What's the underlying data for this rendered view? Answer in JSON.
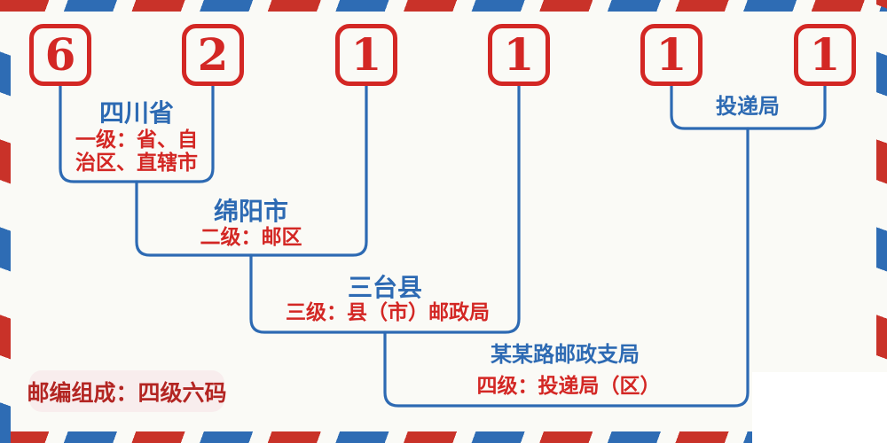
{
  "postal_code": {
    "value": "621111",
    "digits": [
      "6",
      "2",
      "1",
      "1",
      "1",
      "1"
    ]
  },
  "labels": {
    "level1": {
      "name": "四川省",
      "desc": "一级：省、自治区、直辖市",
      "desc_lines": [
        "一级：省、自",
        "治区、直辖市"
      ]
    },
    "level2": {
      "name": "绵阳市",
      "desc": "二级：邮区"
    },
    "level3": {
      "name": "三台县",
      "desc": "三级：县（市）邮政局"
    },
    "level4": {
      "name": "某某路邮政支局",
      "desc": "四级：投递局（区）"
    },
    "delivery": {
      "name": "投递局"
    }
  },
  "badge": {
    "text": "邮编组成：四级六码"
  },
  "colors": {
    "red": "#d32724",
    "blue": "#2d6ab3",
    "stripe_red": "#c93229",
    "stripe_blue": "#2e6cb4",
    "bg": "#fafaf6",
    "badge_bg": "#f8eded",
    "badge_text": "#b32522"
  }
}
